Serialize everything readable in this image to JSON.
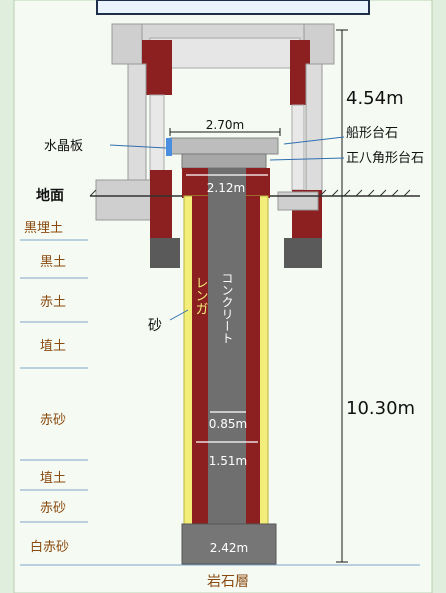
{
  "diagram": {
    "dimensions": {
      "top_width": "2.70m",
      "neck_width": "2.12m",
      "core_width": "0.85m",
      "shaft_width": "1.51m",
      "base_width": "2.42m",
      "upper_height": "4.54m",
      "lower_height": "10.30m"
    },
    "labels": {
      "crystal_plate": "水晶板",
      "ship_stone": "船形台石",
      "octagon_stone": "正八角形台石",
      "ground": "地面",
      "sand": "砂",
      "brick": "レンガ",
      "concrete": "コンクリート",
      "bedrock": "岩石層"
    },
    "strata": [
      "黒埋土",
      "黒土",
      "赤土",
      "埴土",
      "赤砂",
      "埴土",
      "赤砂",
      "白赤砂"
    ],
    "colors": {
      "background": "#dfeedd",
      "brick": "#8c1f1f",
      "sand": "#f3ee7a",
      "concrete": "#6f6f6f",
      "stone": "#d4d4d4",
      "label_brown": "#8a4a10",
      "line_blue": "#2f6fb0"
    }
  }
}
